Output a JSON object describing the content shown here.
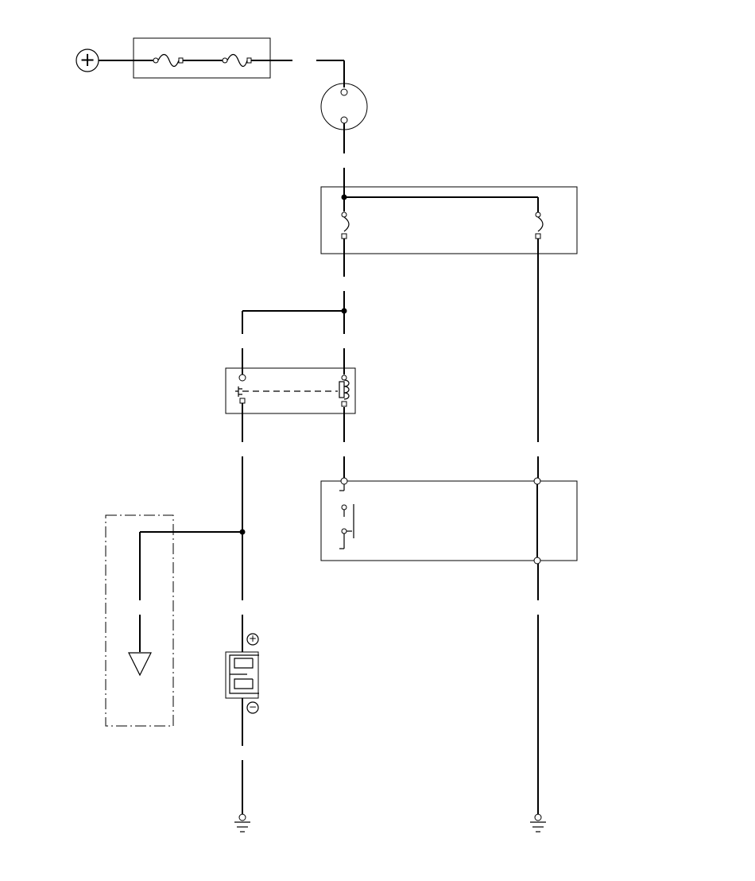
{
  "diagram": {
    "type": "wiring-schematic",
    "labels": {
      "supply_symbol": "+",
      "battery_positive": "+",
      "battery_negative": "−"
    },
    "components": [
      "power-supply-terminal",
      "fuse-block",
      "connector-plug",
      "junction-block",
      "relay",
      "switch-module",
      "sensor-unit",
      "battery",
      "ground-left",
      "ground-right"
    ],
    "colors": {
      "line": "#000000",
      "background": "#ffffff"
    }
  }
}
